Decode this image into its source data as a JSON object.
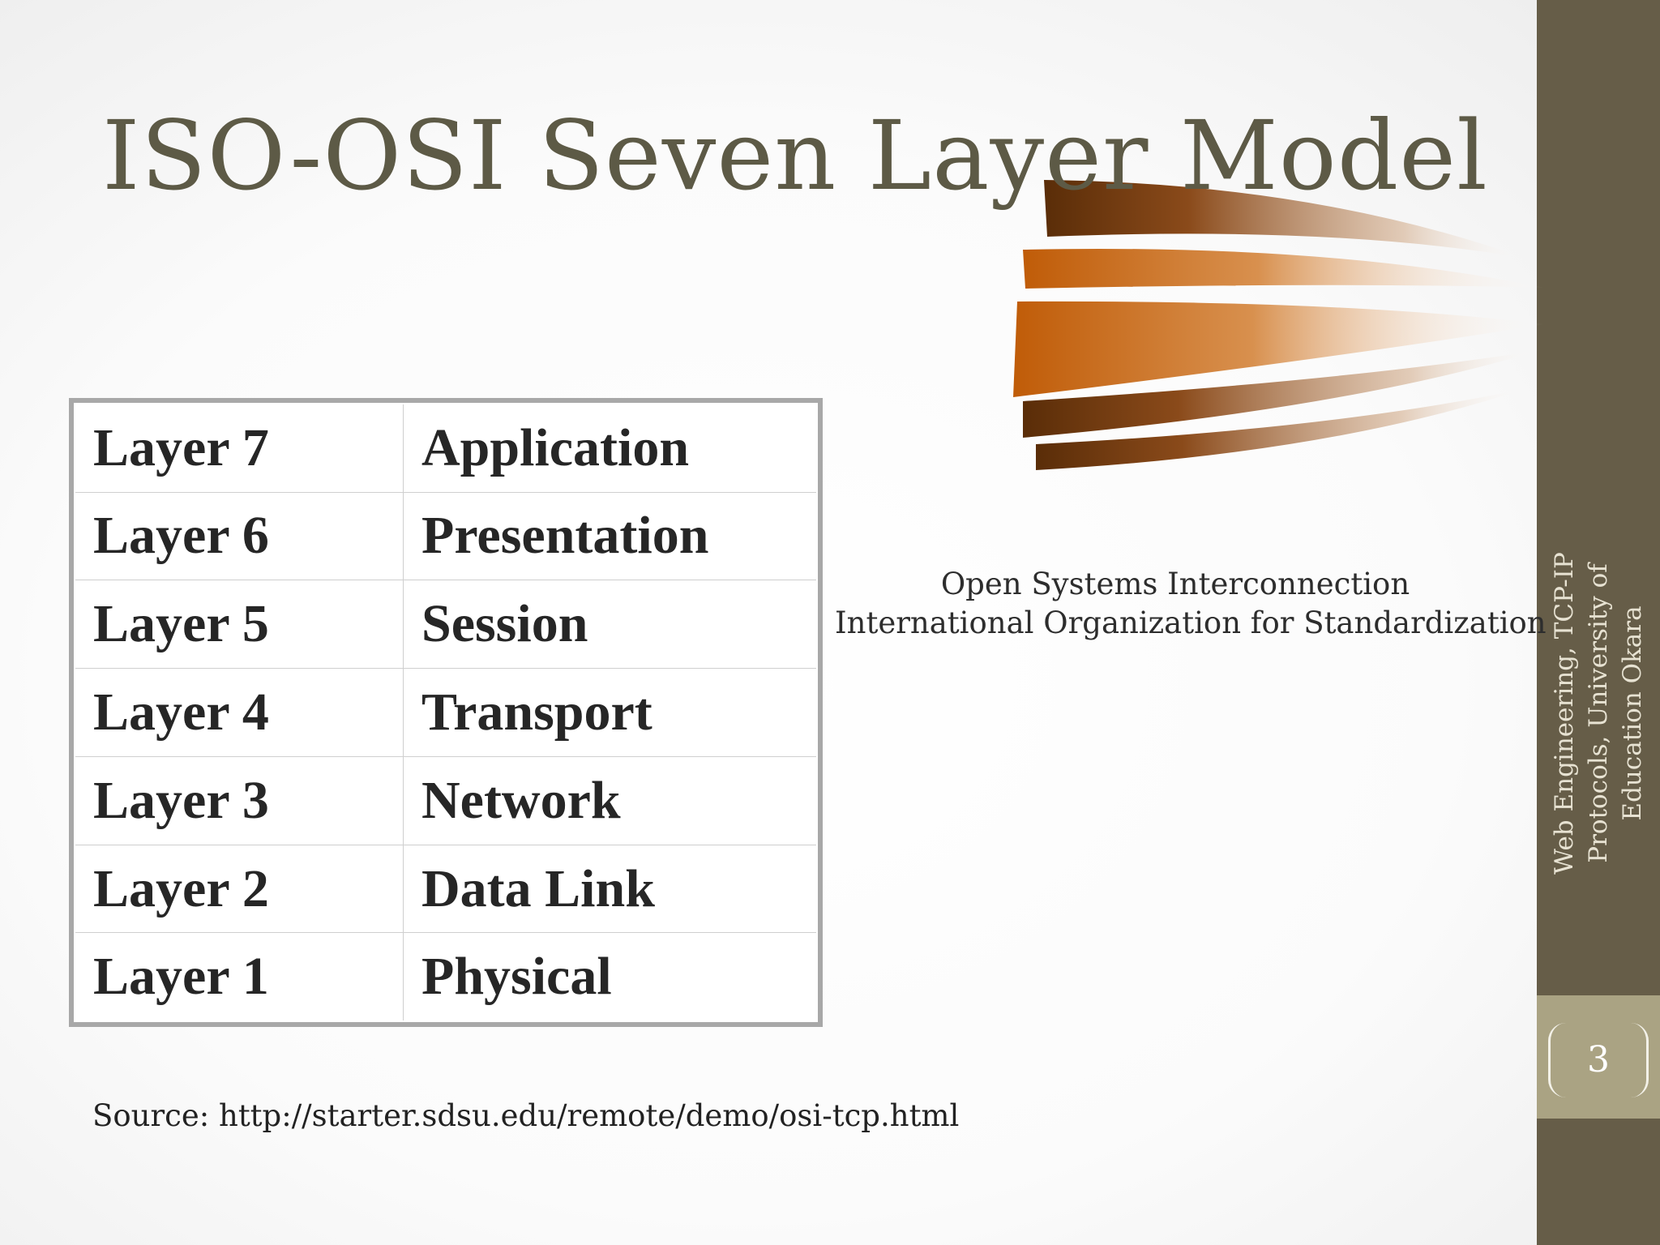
{
  "slide": {
    "title": "ISO-OSI Seven Layer Model",
    "layers": [
      {
        "num": "Layer 7",
        "name": "Application"
      },
      {
        "num": "Layer 6",
        "name": "Presentation"
      },
      {
        "num": "Layer 5",
        "name": "Session"
      },
      {
        "num": "Layer 4",
        "name": "Transport"
      },
      {
        "num": "Layer 3",
        "name": "Network"
      },
      {
        "num": "Layer 2",
        "name": "Data Link"
      },
      {
        "num": "Layer 1",
        "name": "Physical"
      }
    ],
    "subtitle_line1": "Open Systems Interconnection",
    "subtitle_line2": "International Organization for Standardization",
    "source": "Source: http://starter.sdsu.edu/remote/demo/osi-tcp.html",
    "footer": "Web Engineering, TCP-IP Protocols, University of Education Okara",
    "page_number": "3"
  },
  "colors": {
    "title": "#5d5a46",
    "sidebar": "#665d48",
    "page_box": "#aaa383",
    "bar_start": "#f7b500",
    "bar_end": "#0d0d0d",
    "fan": "#b86010"
  }
}
